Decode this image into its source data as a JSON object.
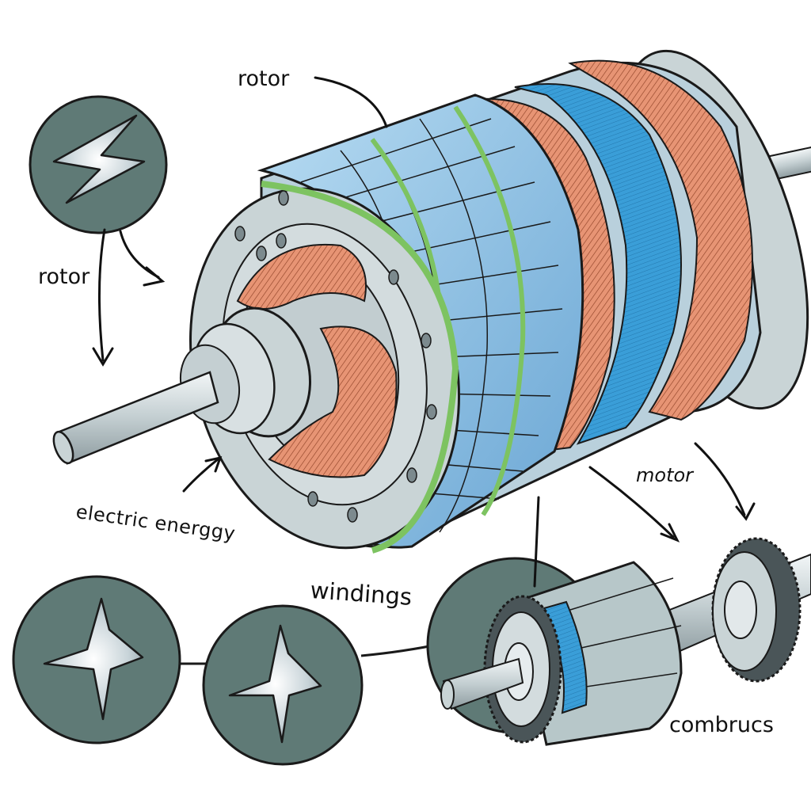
{
  "diagram": {
    "subject": "Electric motor cutaway illustration",
    "labels": {
      "rotor_top": "rotor",
      "rotor_left": "rotor",
      "electric_energy": "electric energgy",
      "windings": "windings",
      "motor": "motor",
      "combrucs": "combrucs"
    },
    "icons": {
      "top_left_circle": "lightning-bolt-icon",
      "bottom_left_circle_1": "four-point-star-icon",
      "bottom_left_circle_2": "four-point-star-icon",
      "bottom_right_circle": "rotor-assembly-icon"
    },
    "colors": {
      "circle_fill": "#5f7a76",
      "housing_gray": "#c9d4d6",
      "stator_blue": "#8fc1e3",
      "winding_blue": "#3b9bd6",
      "copper": "#e08a66",
      "green_band": "#7dc361",
      "outline": "#1a1a1a"
    }
  }
}
